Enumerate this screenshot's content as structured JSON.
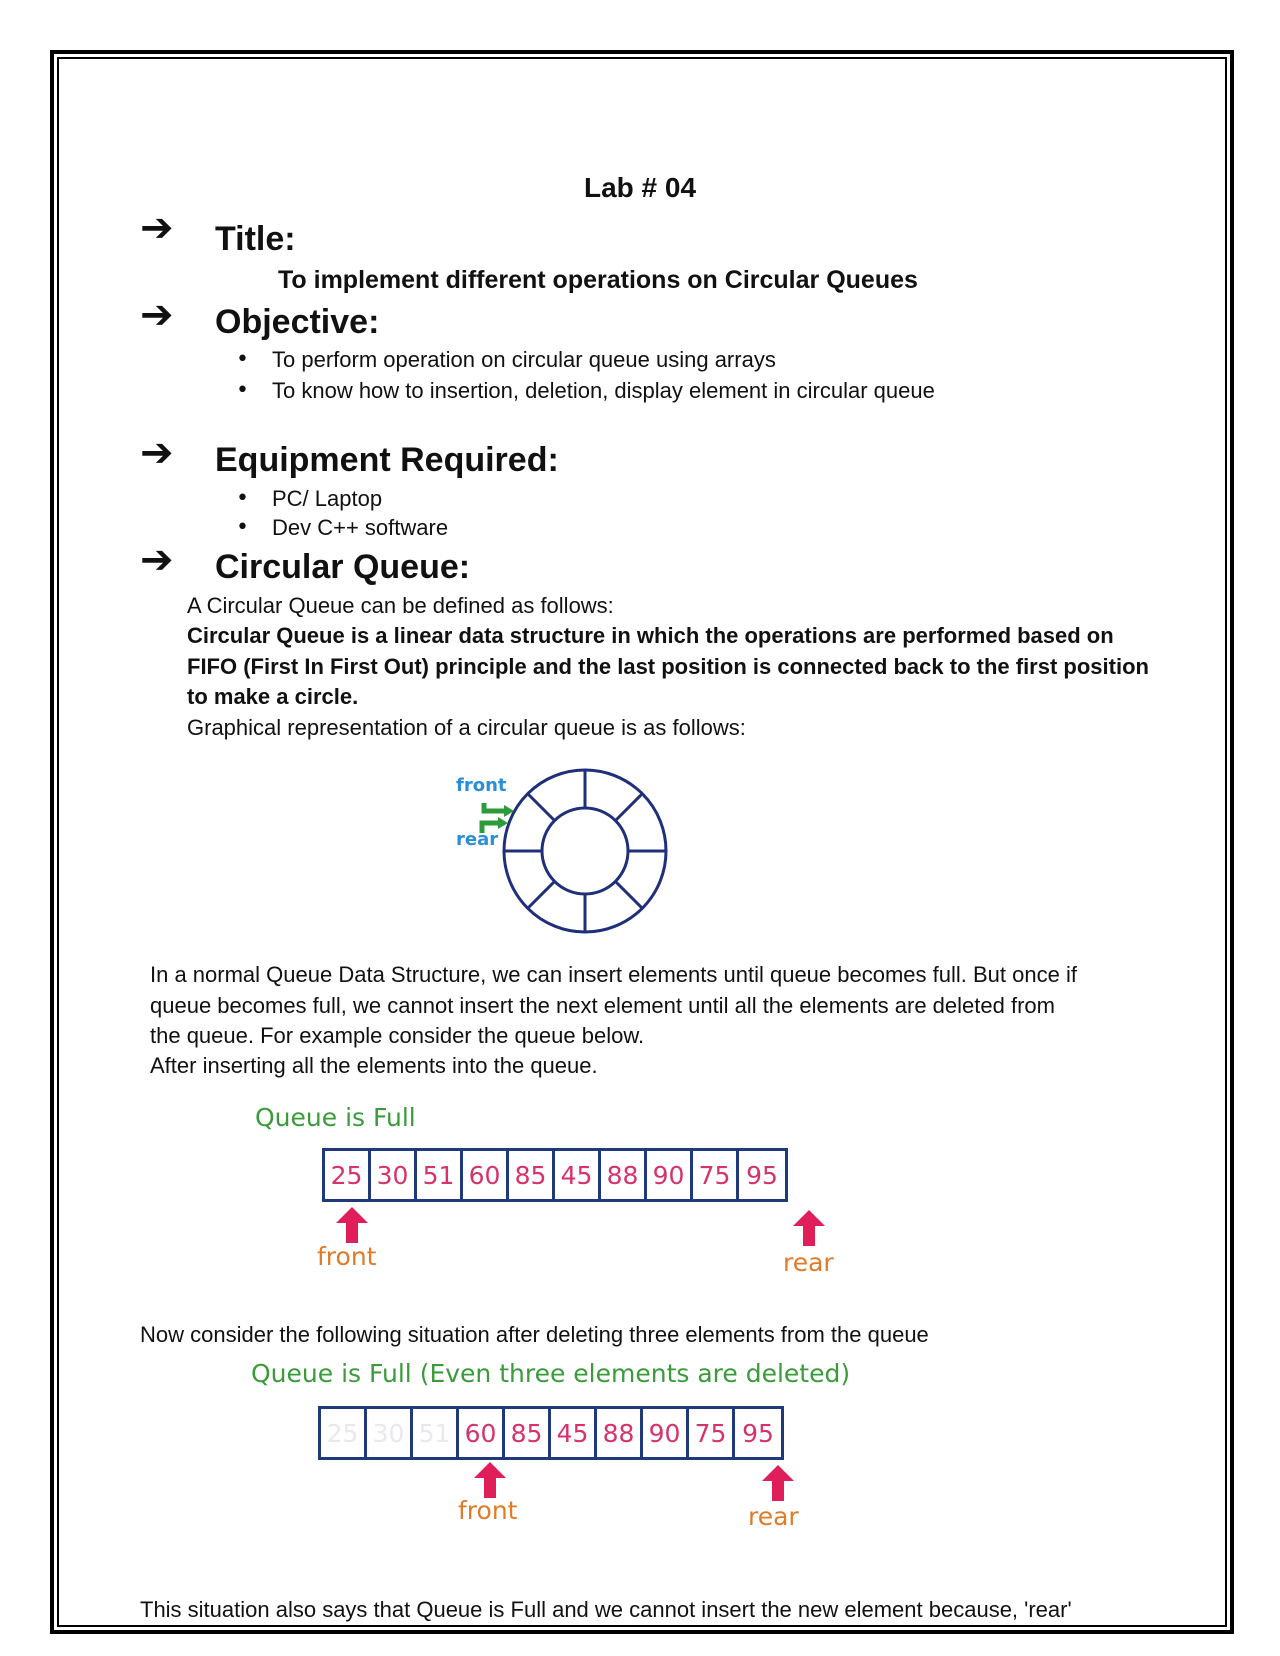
{
  "lab_title": "Lab # 04",
  "arrow_glyph": "➔",
  "sections": {
    "title": {
      "heading": "Title:",
      "text": "To implement different operations on Circular Queues"
    },
    "objective": {
      "heading": "Objective:",
      "bullets": [
        "To perform operation on circular queue using arrays",
        "To know how to insertion, deletion, display element in circular queue"
      ]
    },
    "equipment": {
      "heading": "Equipment Required:",
      "bullets": [
        "PC/ Laptop",
        "Dev C++  software"
      ]
    },
    "circular_queue": {
      "heading": "Circular Queue:",
      "intro": "A Circular Queue can be defined as follows:",
      "definition_lines": [
        "Circular Queue is a linear data structure in which the operations are performed based on",
        "FIFO (First In First Out) principle and the last position is connected back to the first position",
        "to make a circle."
      ],
      "graphical": "Graphical representation of a circular queue is as follows:"
    }
  },
  "ring_diagram": {
    "front_label": "front",
    "rear_label": "rear",
    "colors": {
      "ring": "#1f2f7a",
      "label": "#2a8fd8",
      "arrow": "#2e9b3a"
    }
  },
  "paragraph_lines": [
    "In a normal Queue Data Structure, we can insert elements until queue becomes full. But once if",
    "queue becomes full, we cannot insert the next element until all the elements are deleted from",
    "the queue. For example consider the queue below.",
    "After inserting all the elements into the queue."
  ],
  "queue_full": {
    "title": "Queue is Full",
    "cells": [
      "25",
      "30",
      "51",
      "60",
      "85",
      "45",
      "88",
      "90",
      "75",
      "95"
    ],
    "front_label": "front",
    "rear_label": "rear"
  },
  "deleted_text": "Now consider the following situation after deleting three elements from the queue",
  "queue_deleted": {
    "title": "Queue is Full (Even three elements are deleted)",
    "cells": [
      "25",
      "30",
      "51",
      "60",
      "85",
      "45",
      "88",
      "90",
      "75",
      "95"
    ],
    "deleted_count": 3,
    "front_label": "front",
    "rear_label": "rear"
  },
  "bottom_text": "This situation also says that Queue is Full and we cannot insert the new element because, 'rear'"
}
